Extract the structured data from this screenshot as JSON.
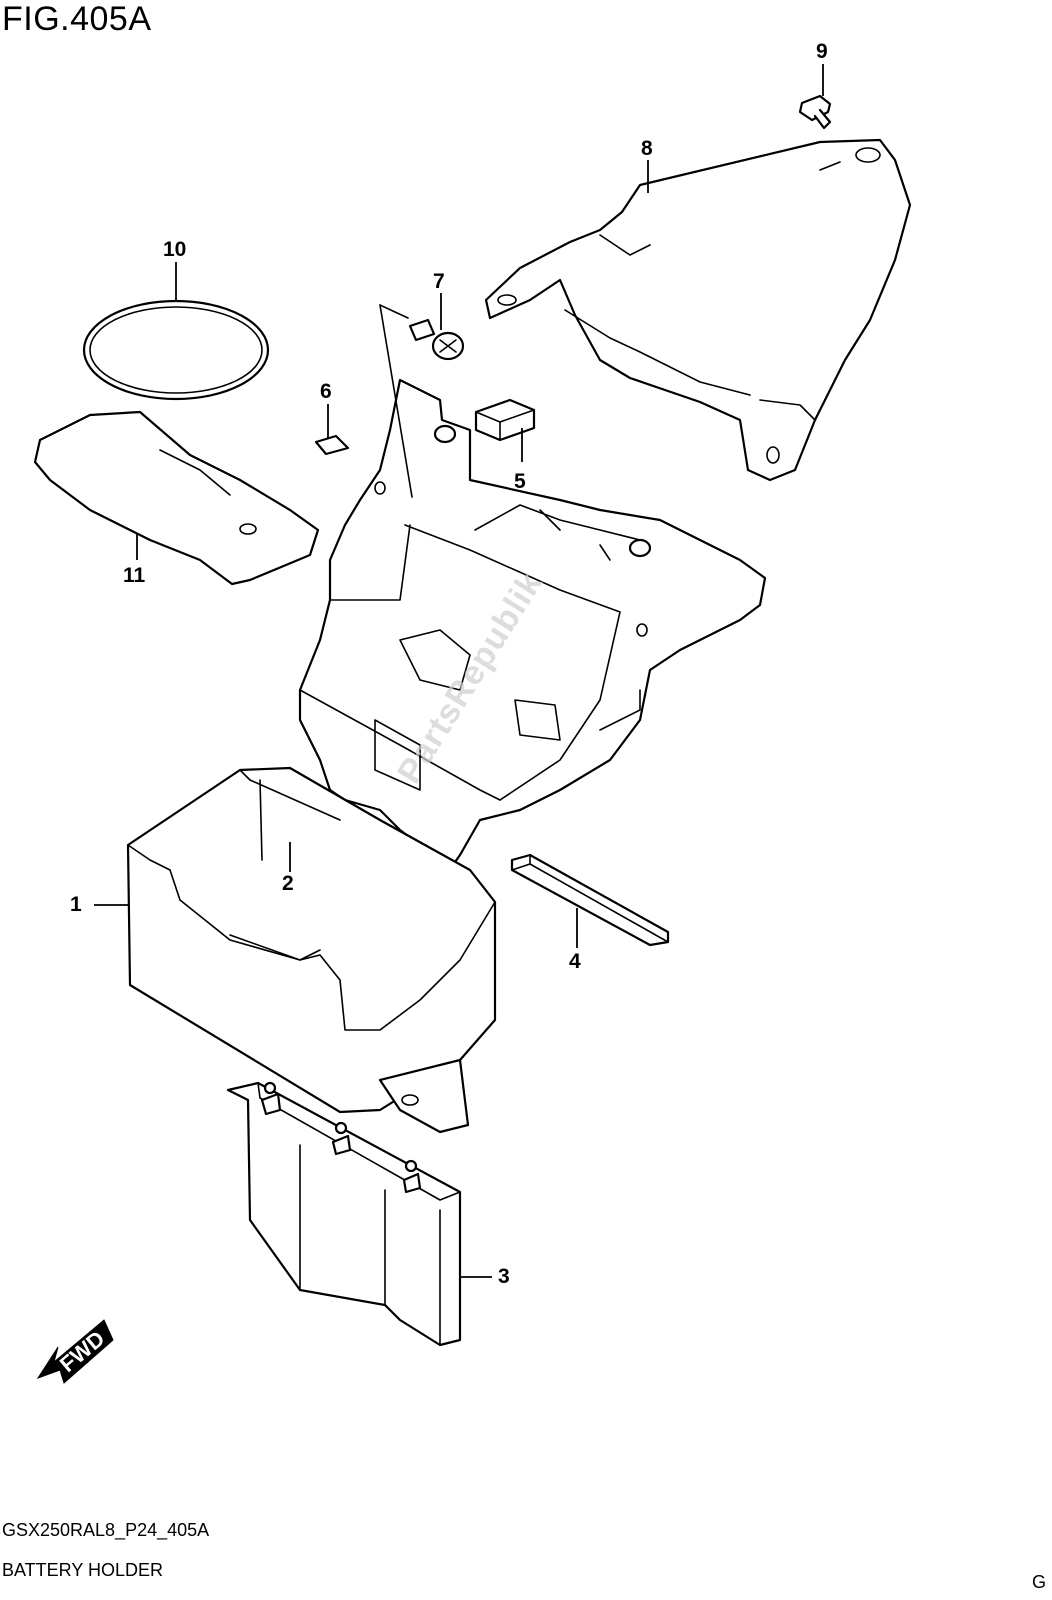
{
  "figure": {
    "title": "FIG.405A",
    "model_code": "GSX250RAL8_P24_405A",
    "section_name": "BATTERY HOLDER",
    "page_mark": "G",
    "watermark": "PartsRepublik",
    "direction_label": "FWD"
  },
  "callouts": [
    {
      "id": "1",
      "label": "1"
    },
    {
      "id": "2",
      "label": "2"
    },
    {
      "id": "3",
      "label": "3"
    },
    {
      "id": "4",
      "label": "4"
    },
    {
      "id": "5",
      "label": "5"
    },
    {
      "id": "6",
      "label": "6"
    },
    {
      "id": "7",
      "label": "7"
    },
    {
      "id": "8",
      "label": "8"
    },
    {
      "id": "9",
      "label": "9"
    },
    {
      "id": "10",
      "label": "10"
    },
    {
      "id": "11",
      "label": "11"
    }
  ]
}
